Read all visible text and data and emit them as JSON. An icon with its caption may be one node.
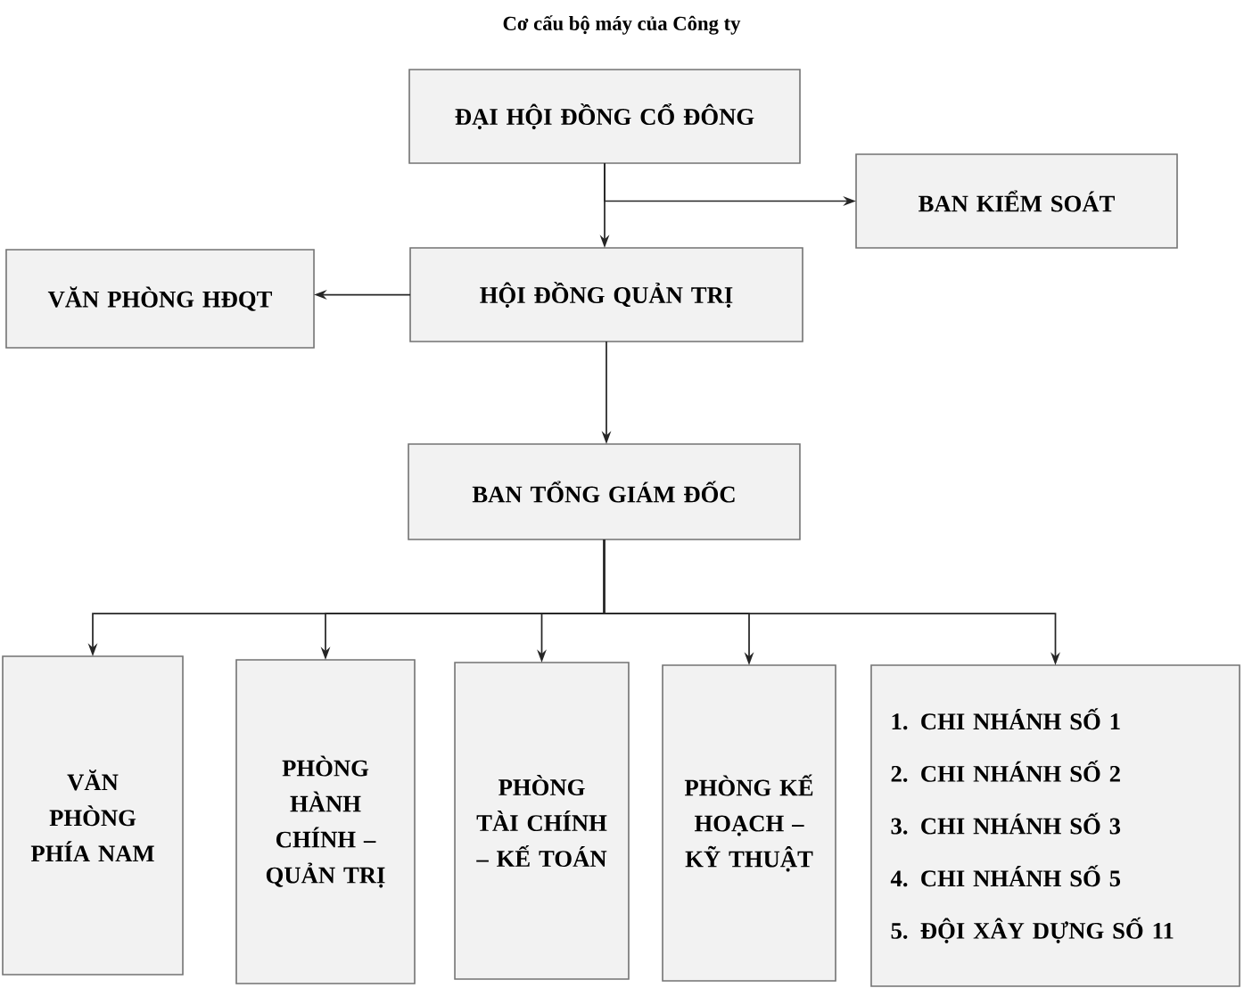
{
  "diagram": {
    "caption": "Cơ cấu bộ máy của Công ty",
    "nodes": [
      {
        "text": [
          "ĐẠI HỘI ĐỒNG CỔ ĐÔNG"
        ]
      },
      {
        "text": [
          "BAN KIỂM SOÁT"
        ]
      },
      {
        "text": [
          "VĂN PHÒNG HĐQT"
        ]
      },
      {
        "text": [
          "HỘI ĐỒNG QUẢN TRỊ"
        ]
      },
      {
        "text": [
          "BAN TỔNG GIÁM ĐỐC"
        ]
      },
      {
        "text": [
          "VĂN PHÒNG PHÍA NAM"
        ]
      },
      {
        "text": [
          "PHÒNG HÀNH CHÍNH – QUẢN TRỊ"
        ]
      },
      {
        "text": [
          "PHÒNG TÀI CHÍNH – KẾ TOÁN"
        ]
      },
      {
        "text": [
          "PHÒNG KẾ HOẠCH – KỸ THUẬT"
        ]
      },
      {
        "text": [
          "1. CHI NHÁNH SỐ 1",
          "2. CHI NHÁNH SỐ 2",
          "3. CHI NHÁNH SỐ 3",
          "4. CHI NHÁNH SỐ 5",
          "5. ĐỘI XÂY DỰNG SỐ 11"
        ]
      }
    ],
    "edges": [
      {
        "from": 0,
        "to": 3,
        "arrow": "to"
      },
      {
        "from": 0,
        "to": 1,
        "arrow": "to"
      },
      {
        "from": 3,
        "to": 2,
        "arrow": "to"
      },
      {
        "from": 3,
        "to": 4,
        "arrow": "to"
      },
      {
        "from": 4,
        "to": 5,
        "arrow": "to"
      },
      {
        "from": 4,
        "to": 6,
        "arrow": "to"
      },
      {
        "from": 4,
        "to": 7,
        "arrow": "to"
      },
      {
        "from": 4,
        "to": 8,
        "arrow": "to"
      },
      {
        "from": 4,
        "to": 9,
        "arrow": "to"
      }
    ]
  }
}
